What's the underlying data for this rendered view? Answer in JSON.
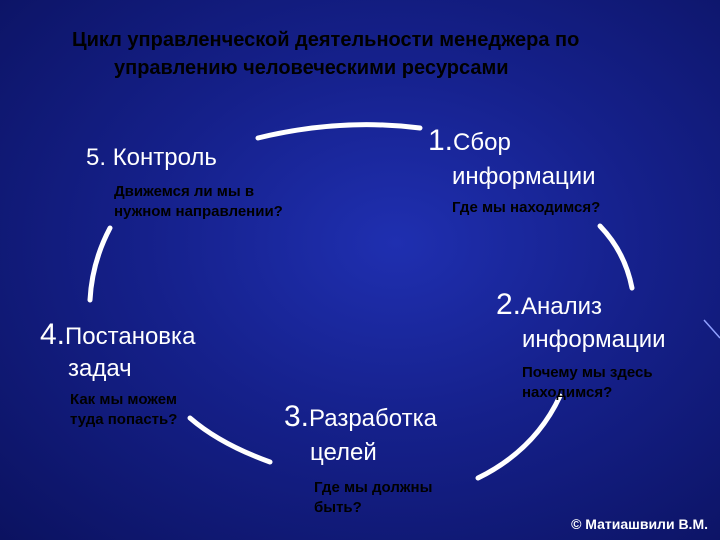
{
  "title": {
    "line1": "Цикл управленческой деятельности менеджера по",
    "line2": "управлению человеческими  ресурсами"
  },
  "steps": [
    {
      "num": "1.",
      "line1": "Сбор",
      "line2": "информации",
      "question": "Где мы находимся?"
    },
    {
      "num": "2.",
      "line1": "Анализ",
      "line2": "информации",
      "question_line1": "Почему мы здесь",
      "question_line2": "находимся?"
    },
    {
      "num": "3.",
      "line1": "Разработка",
      "line2": "целей",
      "question_line1": "Где мы должны",
      "question_line2": "быть?"
    },
    {
      "num": "4.",
      "line1": "Постановка",
      "line2": "задач",
      "question_line1": "Как мы можем",
      "question_line2": "туда попасть?"
    },
    {
      "num": "5. ",
      "line1": "Контроль",
      "question_line1": "Движемся ли мы в",
      "question_line2": "нужном направлении?"
    }
  ],
  "copyright": "© Матиашвили В.М.",
  "colors": {
    "background": "#15208a",
    "arcs": "#ffffff",
    "text_light": "#ffffff",
    "text_dark": "#000000"
  }
}
